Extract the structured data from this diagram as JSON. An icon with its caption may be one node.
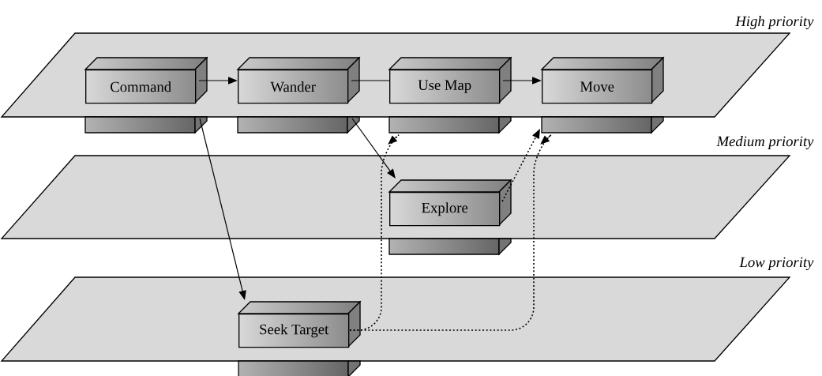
{
  "diagram": {
    "nodes": [
      {
        "text": [
          "Command"
        ]
      },
      {
        "text": [
          "Wander"
        ]
      },
      {
        "text": [
          "Use Map"
        ]
      },
      {
        "text": [
          "Move"
        ]
      },
      {
        "text": [
          "Explore"
        ]
      },
      {
        "text": [
          "Seek Target"
        ]
      }
    ],
    "edges": [
      {
        "from": 0,
        "to": 1,
        "arrow": "to"
      },
      {
        "from": 1,
        "to": 2,
        "arrow": "none"
      },
      {
        "from": 2,
        "to": 3,
        "arrow": "to"
      },
      {
        "from": 0,
        "to": 5,
        "arrow": "to"
      },
      {
        "from": 1,
        "to": 4,
        "arrow": "to"
      },
      {
        "from": 5,
        "to": 2,
        "arrow": "to",
        "style": "dashed"
      },
      {
        "from": 5,
        "to": 3,
        "arrow": "to",
        "style": "dashed"
      },
      {
        "from": 4,
        "to": 3,
        "arrow": "to",
        "style": "dashed"
      }
    ],
    "labels": [
      "High priority",
      "Medium priority",
      "Low priority"
    ]
  }
}
